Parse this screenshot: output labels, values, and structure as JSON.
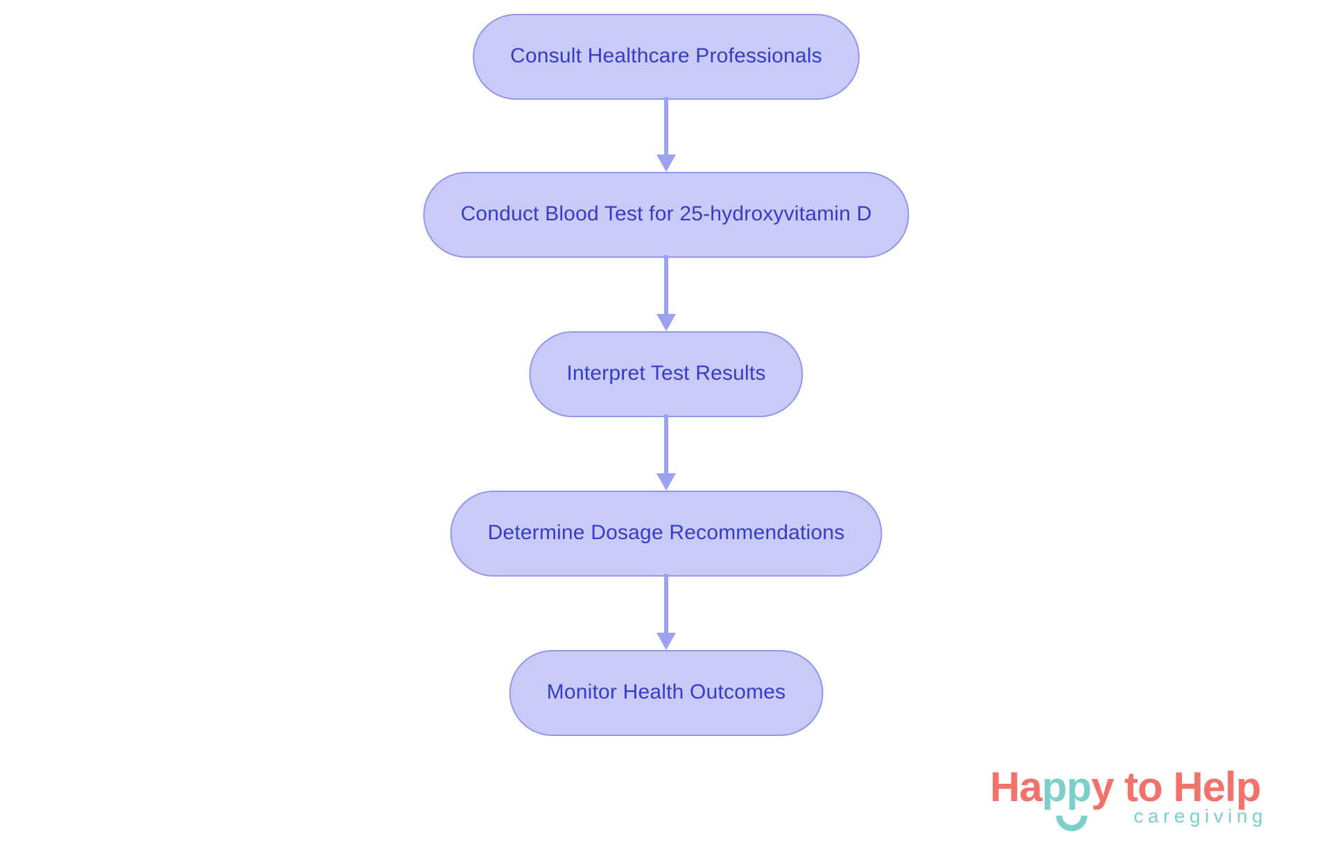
{
  "flowchart": {
    "type": "flowchart",
    "direction": "top-down",
    "nodes": [
      {
        "id": 1,
        "label": "Consult Healthcare Professionals"
      },
      {
        "id": 2,
        "label": "Conduct Blood Test for 25-hydroxyvitamin D"
      },
      {
        "id": 3,
        "label": "Interpret Test Results"
      },
      {
        "id": 4,
        "label": "Determine Dosage Recommendations"
      },
      {
        "id": 5,
        "label": "Monitor Health Outcomes"
      }
    ],
    "edges": [
      {
        "from": 1,
        "to": 2
      },
      {
        "from": 2,
        "to": 3
      },
      {
        "from": 3,
        "to": 4
      },
      {
        "from": 4,
        "to": 5
      }
    ],
    "colors": {
      "node_fill": "#C8CAF7",
      "node_border": "#9297EC",
      "node_text": "#373CC6",
      "arrow": "#9CA1F0",
      "background": "#FFFFFF"
    }
  },
  "logo": {
    "brand_prefix": "Ha",
    "brand_highlight": "pp",
    "brand_suffix": "y to Help",
    "tagline": "caregiving",
    "colors": {
      "coral": "#F1736B",
      "teal": "#7DCFC9"
    }
  }
}
